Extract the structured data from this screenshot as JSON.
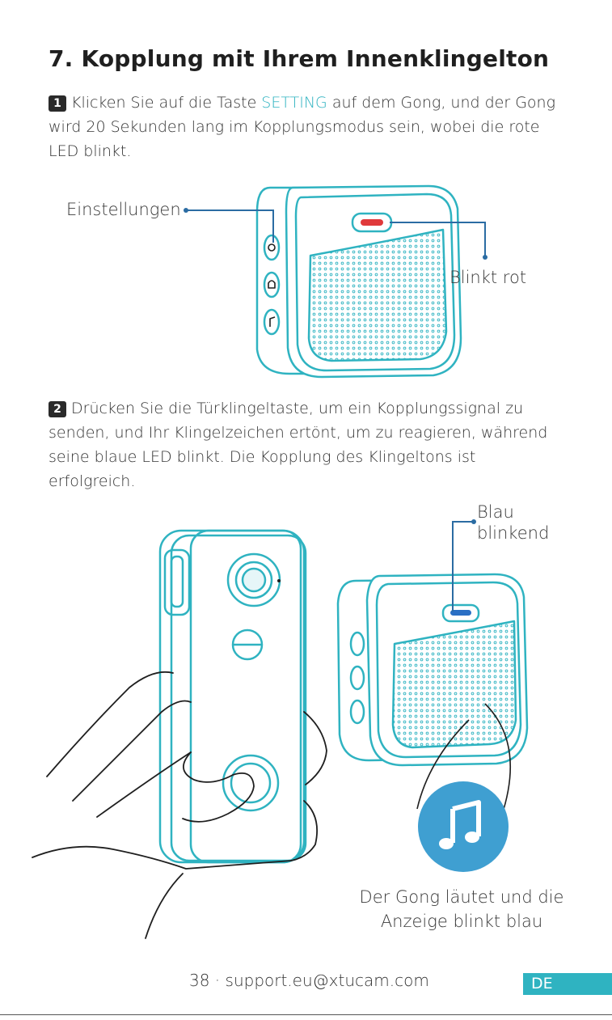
{
  "heading": "7. Kopplung mit Ihrem Innenklingelton",
  "step1": {
    "number": "1",
    "text_before": "Klicken Sie auf die Taste ",
    "highlight": "SETTING",
    "text_after": " auf dem Gong, und der Gong wird 20 Sekunden lang im Kopplungsmodus sein, wobei die rote LED blinkt."
  },
  "step2": {
    "number": "2",
    "text": "Drücken Sie die Türklingeltaste, um ein Kopplungssignal zu senden, und Ihr Klingelzeichen ertönt, um zu reagieren, während seine blaue LED blinkt. Die Kopplung des Klingeltons ist erfolgreich."
  },
  "callouts": {
    "settings": "Einstellungen",
    "blink_red": "Blinkt rot",
    "blink_blue_1": "Blau",
    "blink_blue_2": "blinkend",
    "ring_1": "Der Gong läutet und die",
    "ring_2": "Anzeige blinkt blau"
  },
  "footer": {
    "text": "38 · support.eu@xtucam.com",
    "language": "DE"
  },
  "colors": {
    "accent": "#2fb3c1",
    "led_red": "#e0393b",
    "led_blue": "#2a6fc4",
    "music_circle": "#3f9fd1",
    "text": "#333333"
  },
  "icons": [
    "gear-icon",
    "bell-icon",
    "music-note-icon"
  ]
}
